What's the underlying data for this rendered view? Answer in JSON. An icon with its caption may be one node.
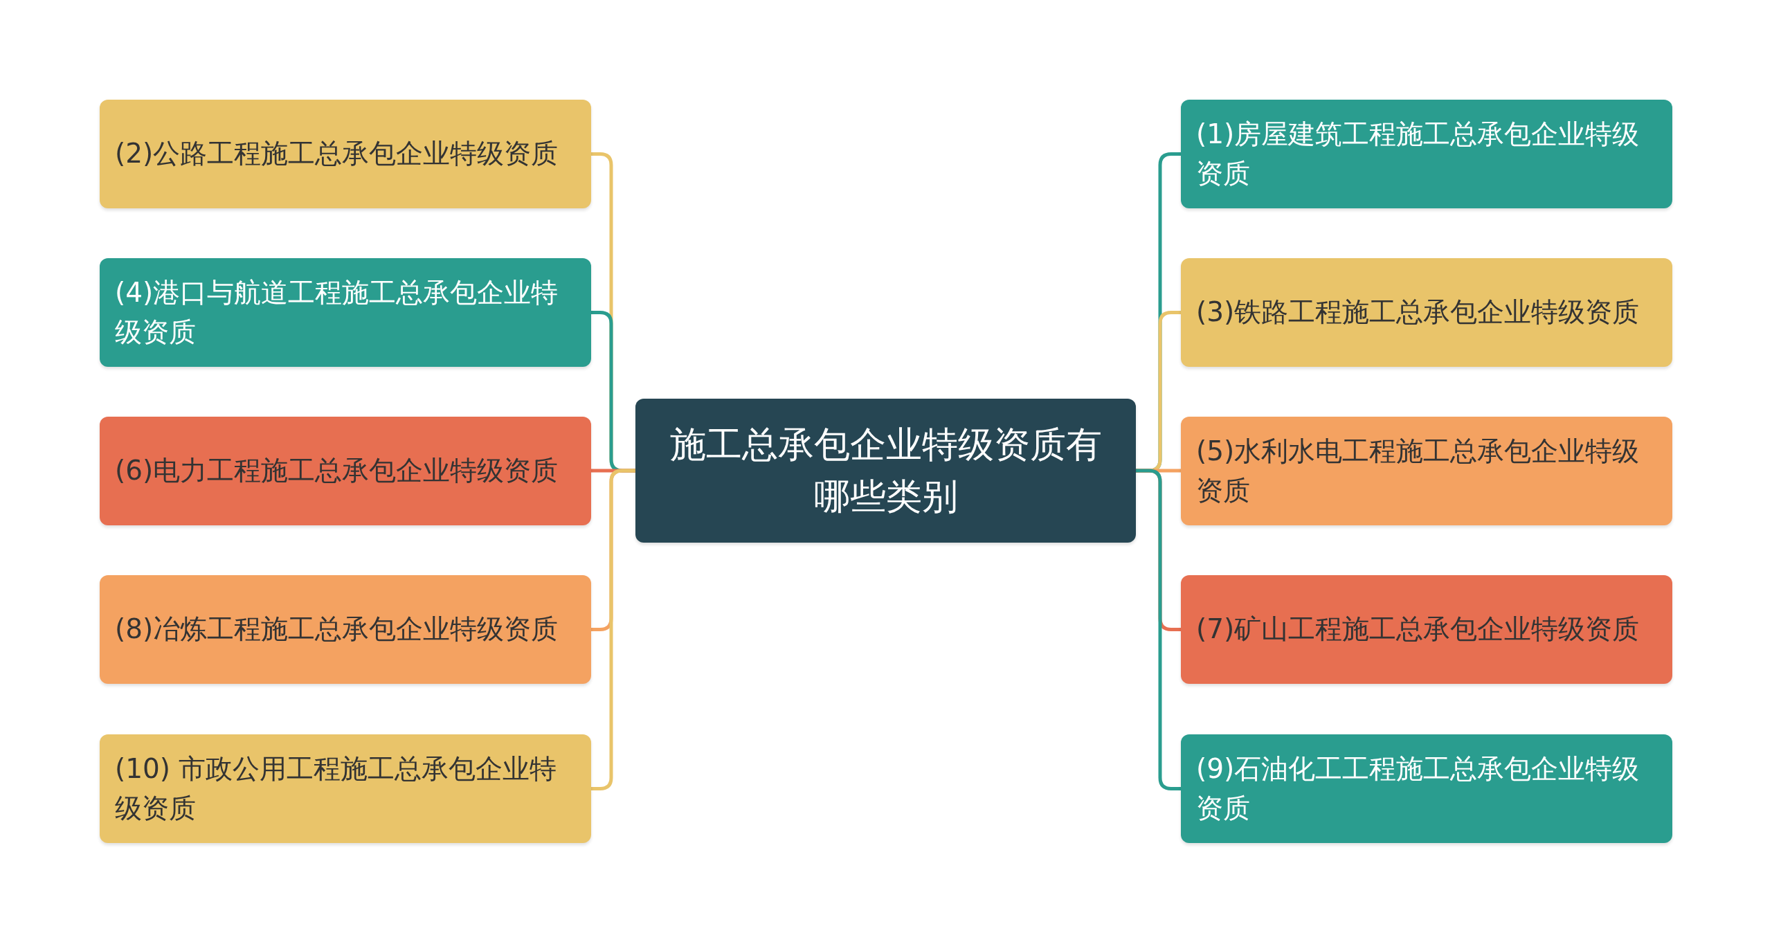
{
  "diagram": {
    "nodes": [
      {
        "text": [
          "施工总承包企业特级资质有哪些类别"
        ]
      },
      {
        "text": [
          "(1)房屋建筑工程施工总承包企业特级资质"
        ]
      },
      {
        "text": [
          "(2)公路工程施工总承包企业特级资质"
        ]
      },
      {
        "text": [
          "(3)铁路工程施工总承包企业特级资质"
        ]
      },
      {
        "text": [
          "(4)港口与航道工程施工总承包企业特级资质"
        ]
      },
      {
        "text": [
          "(5)水利水电工程施工总承包企业特级资质"
        ]
      },
      {
        "text": [
          "(6)电力工程施工总承包企业特级资质"
        ]
      },
      {
        "text": [
          "(7)矿山工程施工总承包企业特级资质"
        ]
      },
      {
        "text": [
          "(8)冶炼工程施工总承包企业特级资质"
        ]
      },
      {
        "text": [
          "(9)石油化工工程施工总承包企业特级资质"
        ]
      },
      {
        "text": [
          "(10) 市政公用工程施工总承包企业特级资质"
        ]
      }
    ],
    "edges": [
      {
        "from": 0,
        "to": 1,
        "arrow": "none",
        "color": "#2a9d8f"
      },
      {
        "from": 0,
        "to": 2,
        "arrow": "none",
        "color": "#e9c46a"
      },
      {
        "from": 0,
        "to": 3,
        "arrow": "none",
        "color": "#e9c46a"
      },
      {
        "from": 0,
        "to": 4,
        "arrow": "none",
        "color": "#2a9d8f"
      },
      {
        "from": 0,
        "to": 5,
        "arrow": "none",
        "color": "#f4a261"
      },
      {
        "from": 0,
        "to": 6,
        "arrow": "none",
        "color": "#e76f51"
      },
      {
        "from": 0,
        "to": 7,
        "arrow": "none",
        "color": "#e76f51"
      },
      {
        "from": 0,
        "to": 8,
        "arrow": "none",
        "color": "#f4a261"
      },
      {
        "from": 0,
        "to": 9,
        "arrow": "none",
        "color": "#2a9d8f"
      },
      {
        "from": 0,
        "to": 10,
        "arrow": "none",
        "color": "#e9c46a"
      }
    ]
  }
}
